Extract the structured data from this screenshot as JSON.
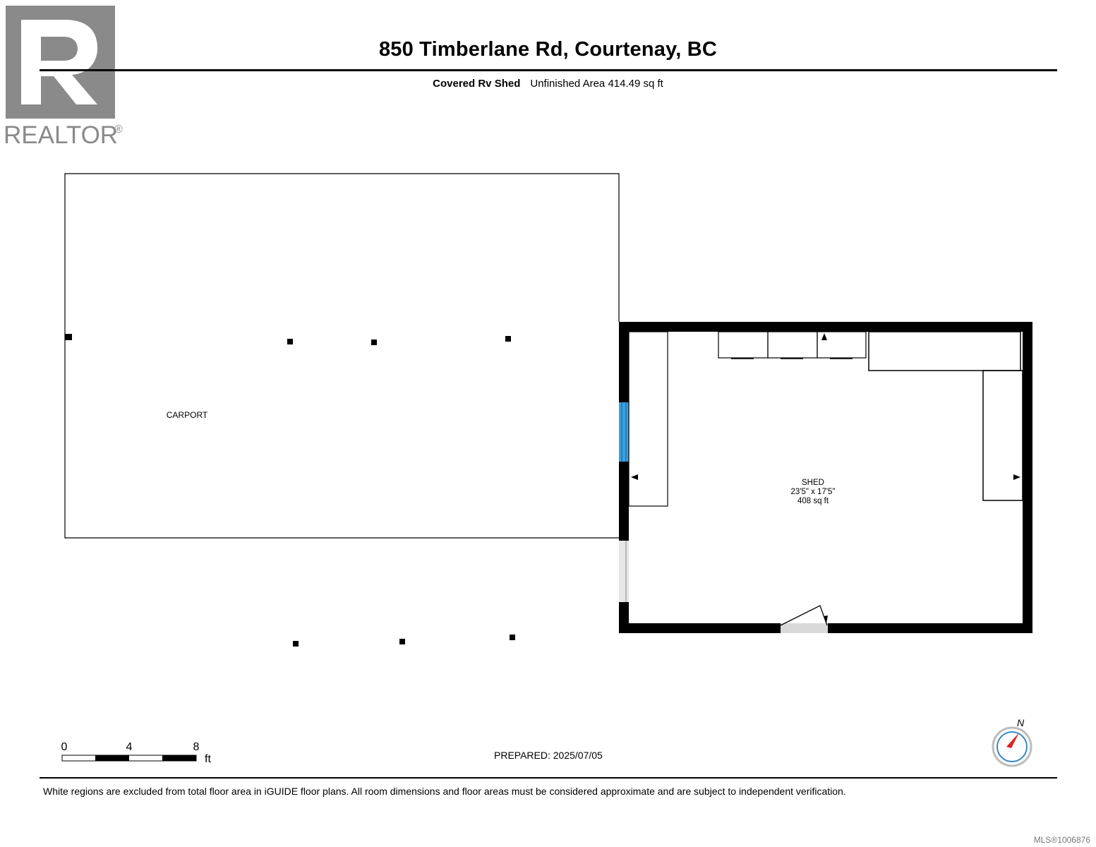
{
  "header": {
    "address": "850 Timberlane Rd, Courtenay, BC",
    "level_name": "Covered Rv Shed",
    "area_text": "Unfinished Area 414.49 sq ft"
  },
  "logo": {
    "text": "REALTOR",
    "mark": "®",
    "color": "#8a8a8a"
  },
  "rooms": {
    "carport": {
      "name": "CARPORT"
    },
    "shed": {
      "name": "SHED",
      "dimensions": "23'5\" x 17'5\"",
      "area": "408 sq ft"
    }
  },
  "scale_bar": {
    "ticks": [
      "0",
      "4",
      "8"
    ],
    "unit": "ft"
  },
  "compass": {
    "label": "N",
    "needle_color": "#e02020",
    "ring_color": "#3a87c8"
  },
  "footer": {
    "prepared": "PREPARED: 2025/07/05",
    "disclaimer": "White regions are excluded from total floor area in iGUIDE floor plans. All room dimensions and floor areas must be considered approximate and are subject to independent verification.",
    "mls": "MLS®1006876"
  },
  "colors": {
    "window": "#3aa0e0",
    "door_opening": "#d9d9d9",
    "wall": "#000000"
  }
}
